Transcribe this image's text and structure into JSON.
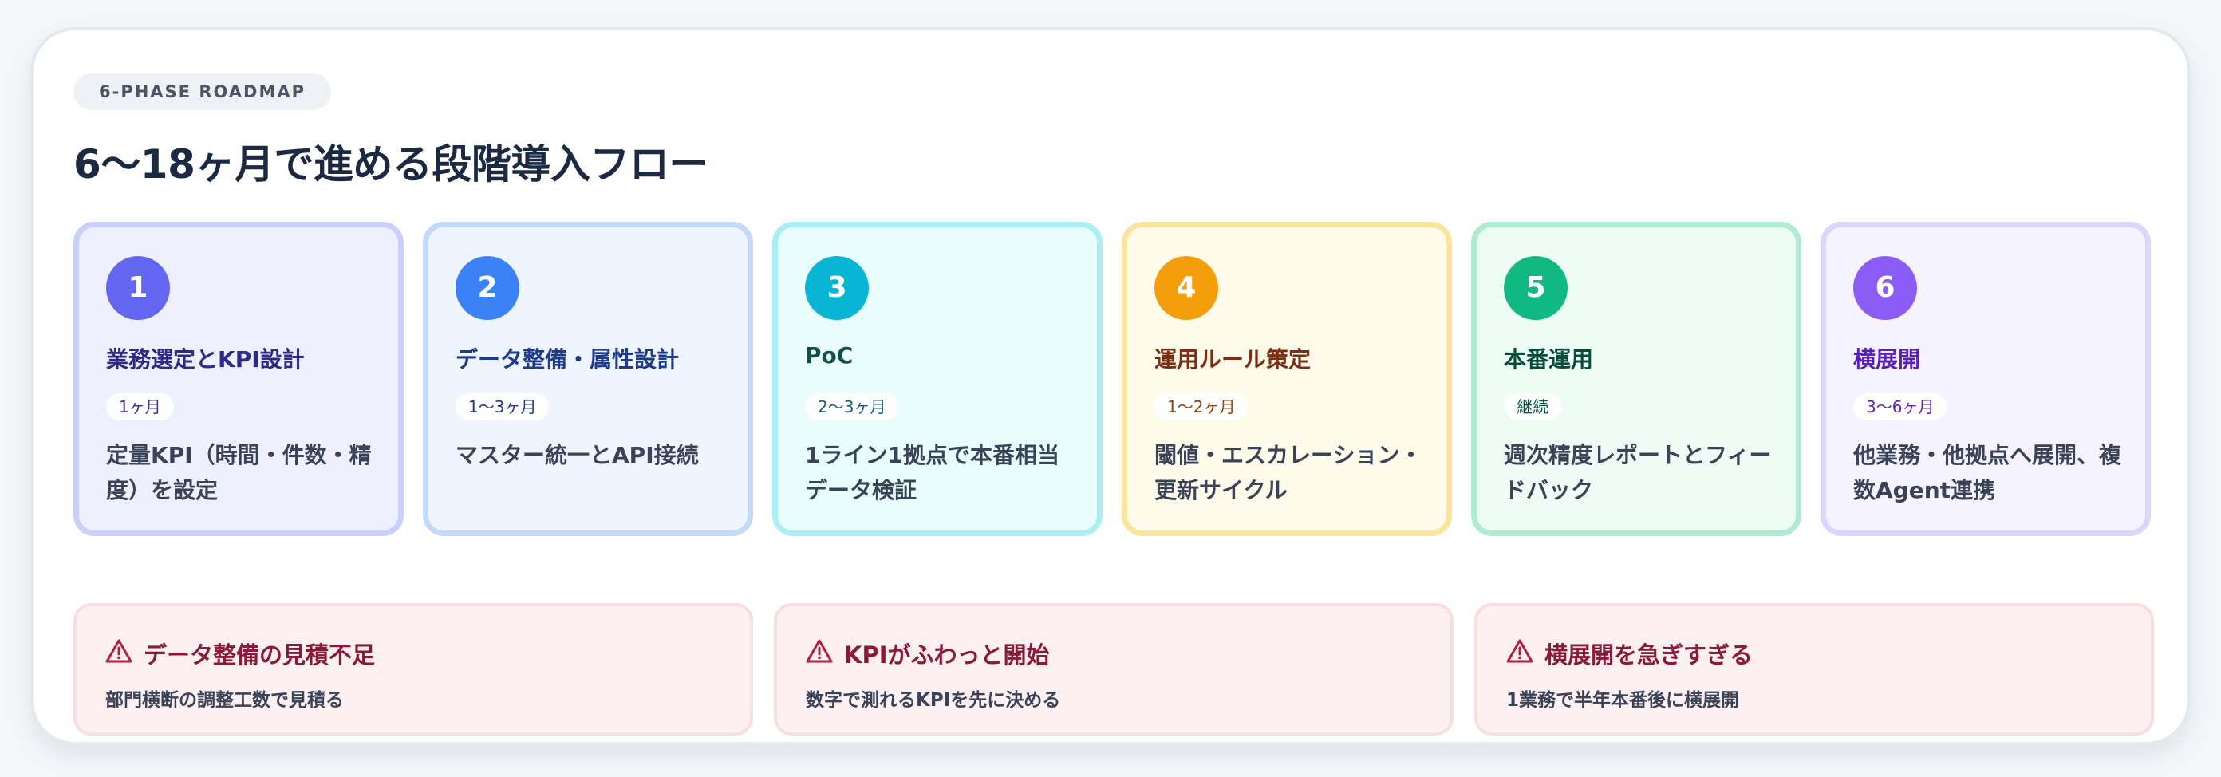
{
  "header": {
    "tag": "6-PHASE ROADMAP",
    "title": "6〜18ヶ月で進める段階導入フロー"
  },
  "phases": [
    {
      "num": "1",
      "name": "業務選定とKPI設計",
      "duration": "1ヶ月",
      "desc": "定量KPI（時間・件数・精度）を設定",
      "accent": "#6366f1",
      "bg": "#eef0fe",
      "border": "#c9d0fa",
      "name_color": "#2d2b86",
      "dur_color": "#3730a3"
    },
    {
      "num": "2",
      "name": "データ整備・属性設計",
      "duration": "1〜3ヶ月",
      "desc": "マスター統一とAPI接続",
      "accent": "#3b82f6",
      "bg": "#eef5ff",
      "border": "#c4dafa",
      "name_color": "#1e3a8a",
      "dur_color": "#1e3a8a"
    },
    {
      "num": "3",
      "name": "PoC",
      "duration": "2〜3ヶ月",
      "desc": "1ライン1拠点で本番相当データ検証",
      "accent": "#06b6d4",
      "bg": "#e9fdfd",
      "border": "#aaeff5",
      "name_color": "#134e4a",
      "dur_color": "#155e75"
    },
    {
      "num": "4",
      "name": "運用ルール策定",
      "duration": "1〜2ヶ月",
      "desc": "閾値・エスカレーション・更新サイクル",
      "accent": "#f59e0b",
      "bg": "#fffbea",
      "border": "#fbe49c",
      "name_color": "#7c2d12",
      "dur_color": "#92400e"
    },
    {
      "num": "5",
      "name": "本番運用",
      "duration": "継続",
      "desc": "週次精度レポートとフィードバック",
      "accent": "#10b981",
      "bg": "#edfcf5",
      "border": "#aeebd0",
      "name_color": "#064e3b",
      "dur_color": "#065f46"
    },
    {
      "num": "6",
      "name": "横展開",
      "duration": "3〜6ヶ月",
      "desc": "他業務・他拠点へ展開、複数Agent連携",
      "accent": "#8b5cf6",
      "bg": "#f5f3ff",
      "border": "#ddd5fb",
      "name_color": "#5b21b6",
      "dur_color": "#5b21b6"
    }
  ],
  "warnings": [
    {
      "title": "データ整備の見積不足",
      "desc": "部門横断の調整工数で見積る",
      "icon": "warning-triangle-icon"
    },
    {
      "title": "KPIがふわっと開始",
      "desc": "数字で測れるKPIを先に決める",
      "icon": "warning-triangle-icon"
    },
    {
      "title": "横展開を急ぎすぎる",
      "desc": "1業務で半年本番後に横展開",
      "icon": "warning-triangle-icon"
    }
  ]
}
